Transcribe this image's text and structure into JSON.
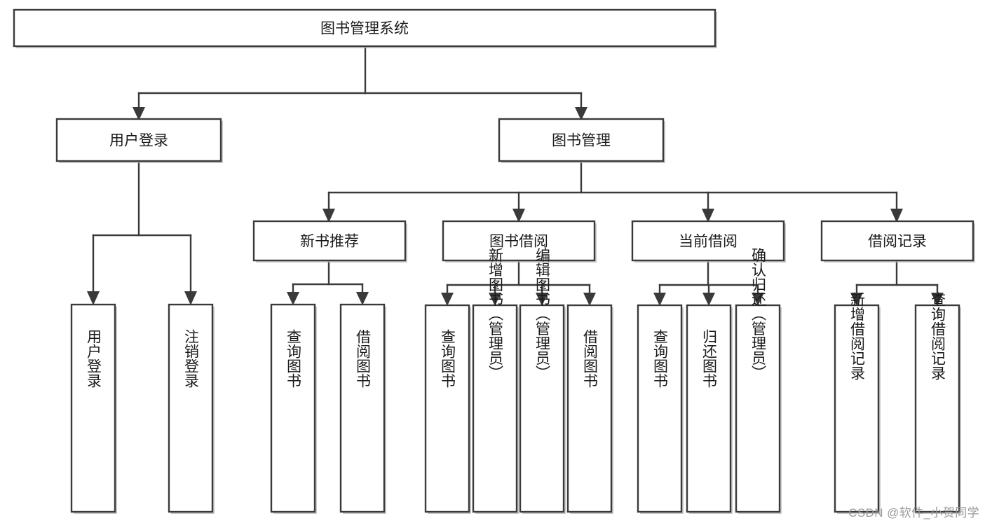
{
  "diagram": {
    "title": "图书管理系统",
    "type": "tree",
    "root": {
      "label": "图书管理系统"
    },
    "level1": [
      {
        "label": "用户登录"
      },
      {
        "label": "图书管理"
      }
    ],
    "level2": [
      {
        "label": "新书推荐"
      },
      {
        "label": "图书借阅"
      },
      {
        "label": "当前借阅"
      },
      {
        "label": "借阅记录"
      }
    ],
    "leaves": {
      "user_login": [
        {
          "label": "用户登录"
        },
        {
          "label": "注销登录"
        }
      ],
      "new_book_recommend": [
        {
          "label": "查询图书"
        },
        {
          "label": "借阅图书"
        }
      ],
      "book_borrow": [
        {
          "label": "查询图书"
        },
        {
          "label": "新增图书（管理员）"
        },
        {
          "label": "编辑图书（管理员）"
        },
        {
          "label": "借阅图书"
        }
      ],
      "current_borrow": [
        {
          "label": "查询图书"
        },
        {
          "label": "归还图书"
        },
        {
          "label": "确认归还（管理员）"
        }
      ],
      "borrow_record": [
        {
          "label": "新增借阅记录"
        },
        {
          "label": "查询借阅记录"
        }
      ]
    }
  },
  "watermark": {
    "text": "CSDN @软件_小贺同学"
  },
  "colors": {
    "box_stroke": "#3a3a3a",
    "box_fill": "#ffffff",
    "text": "#1a1a1a",
    "watermark": "#9a9a9a",
    "background": "#ffffff"
  }
}
